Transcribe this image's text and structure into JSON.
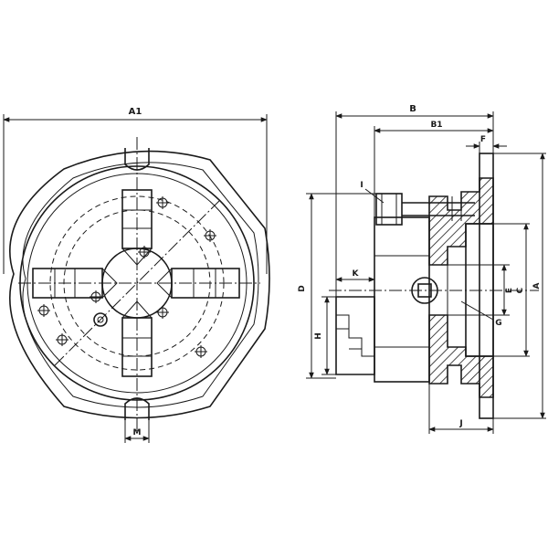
{
  "drawing": {
    "front_view": {
      "dimensions": {
        "overall_width": "A1",
        "slot_width": "M"
      }
    },
    "side_view": {
      "dimensions": {
        "overall_depth": "B",
        "body_depth": "B1",
        "flange_thickness": "F",
        "jaw_height_total": "D",
        "jaw_step": "K",
        "jaw_height": "H",
        "through_bore": "E",
        "recess_diameter": "C",
        "outer_diameter": "A",
        "mounting_length": "J",
        "key_size": "G",
        "screw_ref": "I"
      }
    }
  }
}
